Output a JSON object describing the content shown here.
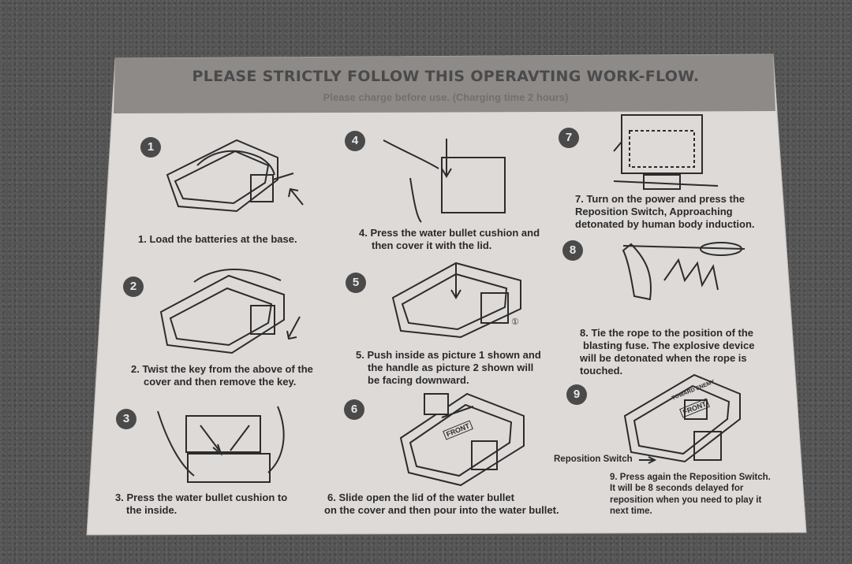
{
  "banner": {
    "title": "PLEASE STRICTLY FOLLOW THIS OPERAVTING WORK-FLOW.",
    "subtitle": "Please charge before use. (Charging time 2 hours)"
  },
  "steps": [
    {
      "number": "1",
      "lines": [
        "1. Load the batteries at the base."
      ]
    },
    {
      "number": "2",
      "lines": [
        "2. Twist the key from the above of the",
        "cover and then remove the key."
      ]
    },
    {
      "number": "3",
      "lines": [
        "3. Press the water bullet cushion to",
        "the inside."
      ]
    },
    {
      "number": "4",
      "lines": [
        "4. Press the water bullet cushion and",
        "then cover it with the lid."
      ]
    },
    {
      "number": "5",
      "lines": [
        "5. Push inside as picture 1 shown and",
        "the handle as picture 2 shown will",
        "be facing downward."
      ]
    },
    {
      "number": "6",
      "lines": [
        "6. Slide open the lid of the water bullet",
        "on the cover and then pour into the water bullet."
      ]
    },
    {
      "number": "7",
      "lines": [
        "7. Turn on the power and press the",
        "Reposition Switch, Approaching",
        "detonated by human body induction."
      ]
    },
    {
      "number": "8",
      "lines": [
        "8. Tie the rope to the position of the",
        "blasting fuse. The explosive device",
        "will be detonated when the rope is",
        "touched."
      ]
    },
    {
      "number": "9",
      "lines": [
        "9. Press again the Reposition Switch.",
        "It will be 8 seconds delayed for",
        "reposition when you need to play it",
        "next time."
      ]
    }
  ],
  "callouts": {
    "reposition_switch": "Reposition Switch",
    "front_label": "FRONT",
    "toward_enemy": "TOWARD ENEMY",
    "circle_one": "①"
  }
}
